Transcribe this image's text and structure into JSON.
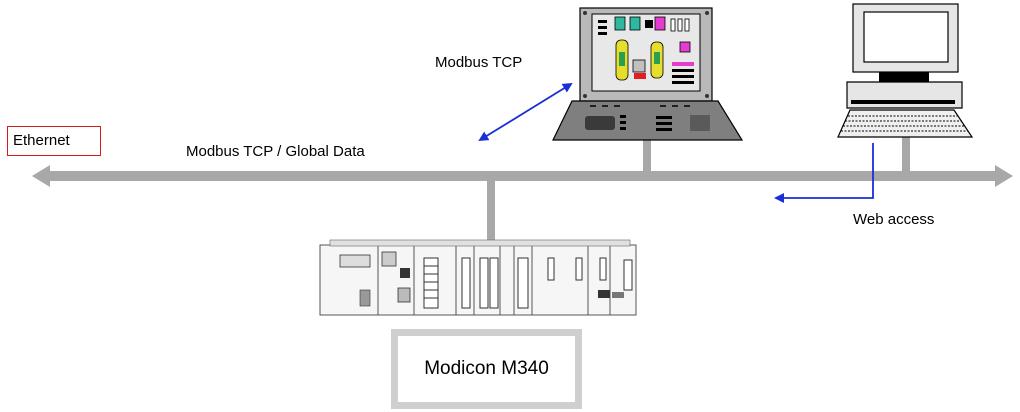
{
  "labels": {
    "ethernet": "Ethernet",
    "modbus_tcp": "Modbus TCP",
    "modbus_global": "Modbus TCP / Global Data",
    "web_access": "Web access",
    "plc_name": "Modicon M340"
  },
  "colors": {
    "bus": "#a8a8a8",
    "arrow": "#1a2fd6",
    "ethernet_border": "#d41c1c",
    "plc_label_border": "#cfcfcf"
  },
  "icons": {
    "hmi": "hmi-panel-icon",
    "pc": "computer-terminal-icon",
    "plc": "plc-rack-icon"
  }
}
